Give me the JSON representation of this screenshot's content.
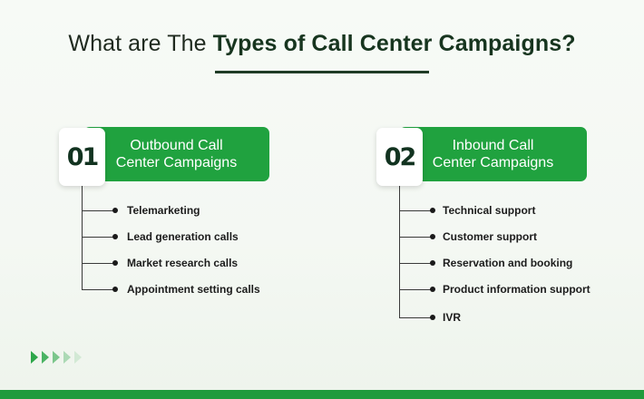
{
  "title": {
    "regular": "What are The ",
    "bold": "Types of Call Center Campaigns?"
  },
  "colors": {
    "accent_green": "#20a23f",
    "dark_green": "#17351f",
    "bottom_bar": "#1f9b3c"
  },
  "campaigns": [
    {
      "number": "01",
      "line1": "Outbound Call",
      "line2": "Center Campaigns",
      "items": [
        "Telemarketing",
        "Lead generation calls",
        "Market research calls",
        "Appointment setting calls"
      ]
    },
    {
      "number": "02",
      "line1": "Inbound Call",
      "line2": "Center Campaigns",
      "items": [
        "Technical support",
        "Customer support",
        "Reservation and booking",
        "Product information support",
        "IVR"
      ]
    }
  ],
  "decor": {
    "chevron_icon": "double-chevron-right-icon"
  }
}
